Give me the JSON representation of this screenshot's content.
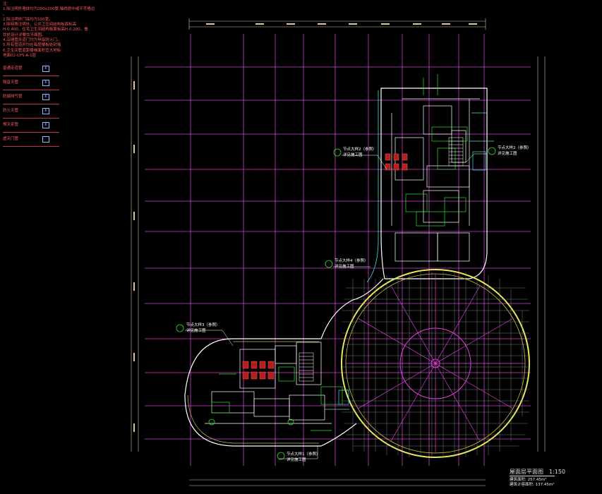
{
  "notes": {
    "lines": [
      "注：",
      "1.除注明外墙体均为200x200厚,轴线居中或平齐墙边",
      "。",
      "2.除注明外门垛均为100宽。",
      "3.除特殊注明外，公共卫生间结构板面标高",
      "H-0.400，住宅卫生间结构板面标高H-0.200，餐",
      "饮处设计详餐饮平面图。",
      "4.沿墙管井道门均为甲级防火门。",
      "5.所有管道井均在每层楼板处封堵",
      "6.卫生间管道距楼梯面积宜大地标",
      "地面02-CP5-A-1层"
    ]
  },
  "legend": {
    "rows": [
      {
        "label": "普通走道管",
        "symbol": "K"
      },
      {
        "label": "隔音天管",
        "symbol": "K"
      },
      {
        "label": "防烟排气管",
        "symbol": "K"
      },
      {
        "label": "防火天管",
        "symbol": "K"
      },
      {
        "label": "预天走管",
        "symbol": "K"
      },
      {
        "label": "虚天门管",
        "symbol": ""
      }
    ]
  },
  "annotations": [
    {
      "id": "upper-left",
      "line1": "节点大样2（参照）",
      "line2": "详见施工图"
    },
    {
      "id": "upper-right",
      "line1": "节点大样2（参照）",
      "line2": "详见施工图"
    },
    {
      "id": "middle",
      "line1": "节点大样4（参照）",
      "line2": "详见施工图"
    },
    {
      "id": "left",
      "line1": "节点大样3（参照）",
      "line2": "详见施工图"
    },
    {
      "id": "bottom",
      "line1": "节点大样1（参照）",
      "line2": "详见施工图"
    }
  ],
  "title_block": {
    "title": "屋面层平面图",
    "scale": "1:150",
    "line1": "建筑面积: 257.45m²",
    "line2": "建筑计容面积: 137.45m²"
  },
  "colors": {
    "grid": "#e040e0",
    "wall": "#ffffff",
    "dimension": "#d8c8a0",
    "circle": "#e8e860",
    "equipment": "#30e030",
    "accent_red": "#ff3333",
    "accent_cyan": "#40e0e0"
  }
}
